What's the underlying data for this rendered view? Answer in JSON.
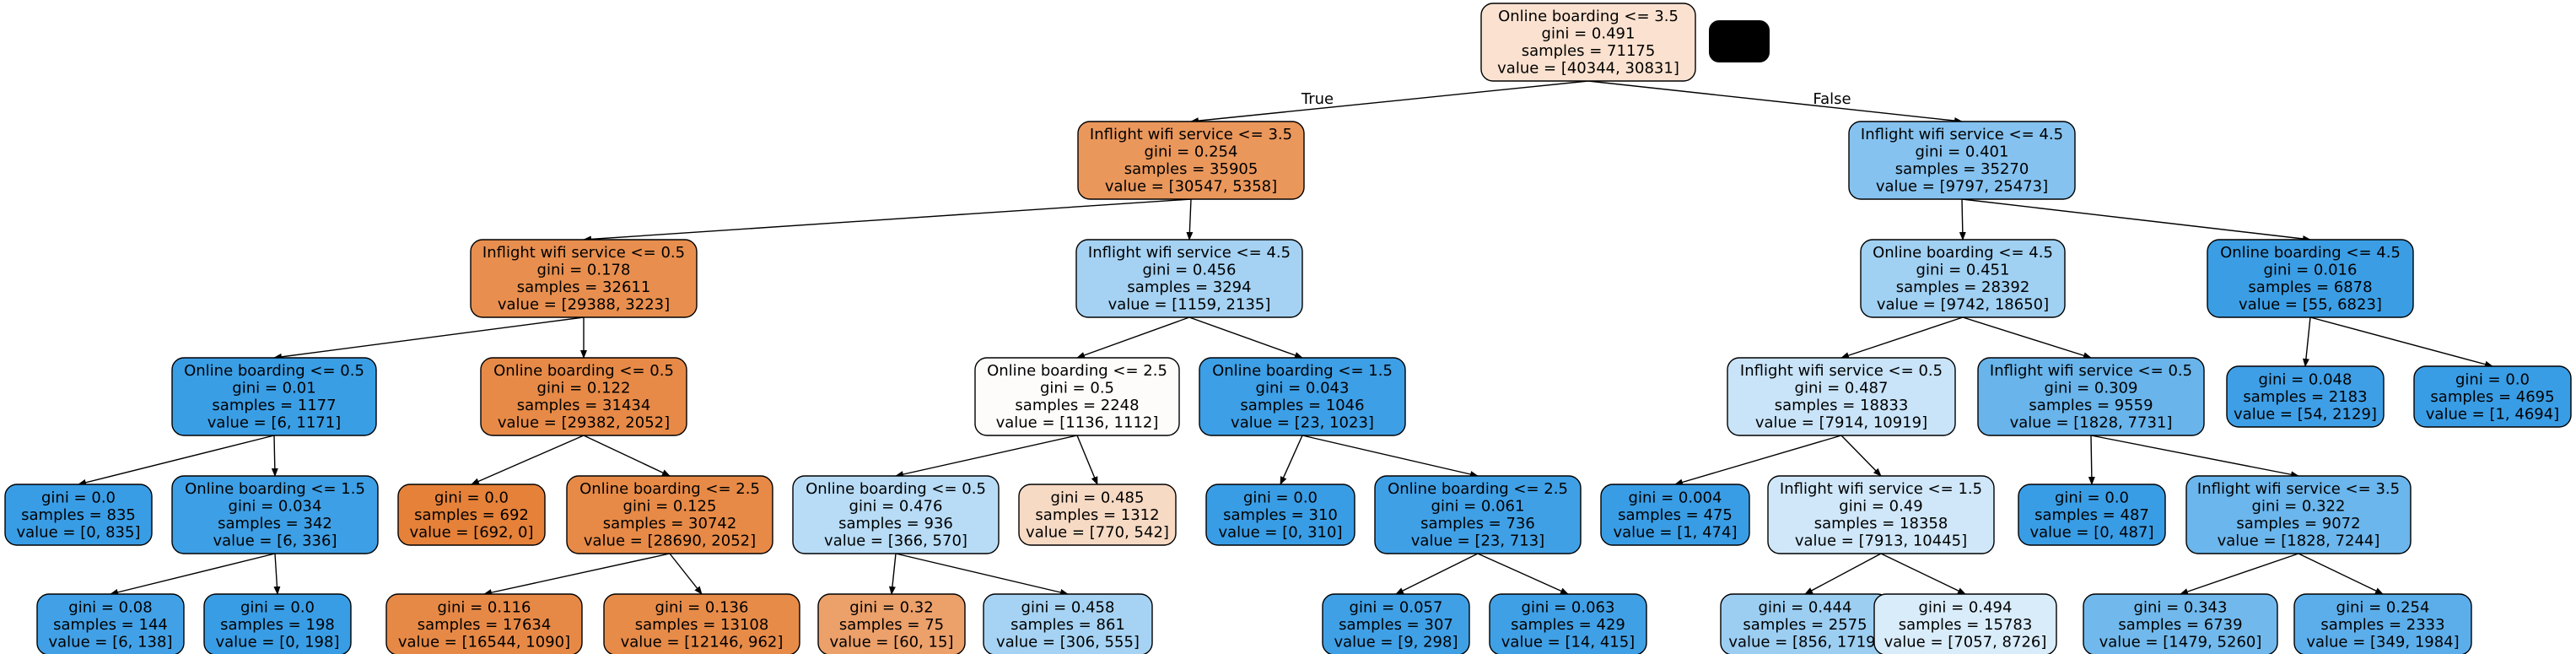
{
  "edge_labels": {
    "left": "True",
    "right": "False"
  },
  "colors": {
    "stroke": "#000000",
    "orange": "#e58139",
    "blue": "#399de5",
    "white": "#ffffff",
    "redaction_box": "#000000"
  },
  "nodes": [
    {
      "id": 0,
      "lines": [
        "Online boarding <= 3.5",
        "gini = 0.491",
        "samples = 71175",
        "value = [40344, 30831]"
      ],
      "fill": "#fbe2d0"
    },
    {
      "id": 1,
      "lines": [
        "Inflight wifi service <= 3.5",
        "gini = 0.254",
        "samples = 35905",
        "value = [30547, 5358]"
      ],
      "fill": "#ea975c"
    },
    {
      "id": 2,
      "lines": [
        "Inflight wifi service <= 4.5",
        "gini = 0.401",
        "samples = 35270",
        "value = [9797, 25473]"
      ],
      "fill": "#85c2ef"
    },
    {
      "id": 3,
      "lines": [
        "Inflight wifi service <= 0.5",
        "gini = 0.178",
        "samples = 32611",
        "value = [29388, 3223]"
      ],
      "fill": "#e88f4f"
    },
    {
      "id": 4,
      "lines": [
        "Inflight wifi service <= 4.5",
        "gini = 0.456",
        "samples = 3294",
        "value = [1159, 2135]"
      ],
      "fill": "#a5d2f3"
    },
    {
      "id": 5,
      "lines": [
        "Online boarding <= 4.5",
        "gini = 0.451",
        "samples = 28392",
        "value = [9742, 18650]"
      ],
      "fill": "#a0d0f2"
    },
    {
      "id": 6,
      "lines": [
        "Online boarding <= 4.5",
        "gini = 0.016",
        "samples = 6878",
        "value = [55, 6823]"
      ],
      "fill": "#3b9ee5"
    },
    {
      "id": 7,
      "lines": [
        "Online boarding <= 0.5",
        "gini = 0.01",
        "samples = 1177",
        "value = [6, 1171]"
      ],
      "fill": "#3a9ee5"
    },
    {
      "id": 8,
      "lines": [
        "Online boarding <= 0.5",
        "gini = 0.122",
        "samples = 31434",
        "value = [29382, 2052]"
      ],
      "fill": "#e78a47"
    },
    {
      "id": 9,
      "lines": [
        "Online boarding <= 2.5",
        "gini = 0.5",
        "samples = 2248",
        "value = [1136, 1112]"
      ],
      "fill": "#fefcfb"
    },
    {
      "id": 10,
      "lines": [
        "Online boarding <= 1.5",
        "gini = 0.043",
        "samples = 1046",
        "value = [23, 1023]"
      ],
      "fill": "#3d9fe6"
    },
    {
      "id": 11,
      "lines": [
        "Inflight wifi service <= 0.5",
        "gini = 0.487",
        "samples = 18833",
        "value = [7914, 10919]"
      ],
      "fill": "#c9e4f8"
    },
    {
      "id": 12,
      "lines": [
        "Inflight wifi service <= 0.5",
        "gini = 0.309",
        "samples = 9559",
        "value = [1828, 7731]"
      ],
      "fill": "#68b4eb"
    },
    {
      "id": 13,
      "lines": [
        "gini = 0.048",
        "samples = 2183",
        "value = [54, 2129]"
      ],
      "fill": "#3e9fe6"
    },
    {
      "id": 14,
      "lines": [
        "gini = 0.0",
        "samples = 4695",
        "value = [1, 4694]"
      ],
      "fill": "#399de5"
    },
    {
      "id": 15,
      "lines": [
        "gini = 0.0",
        "samples = 835",
        "value = [0, 835]"
      ],
      "fill": "#399de5"
    },
    {
      "id": 16,
      "lines": [
        "Online boarding <= 1.5",
        "gini = 0.034",
        "samples = 342",
        "value = [6, 336]"
      ],
      "fill": "#3d9fe5"
    },
    {
      "id": 17,
      "lines": [
        "gini = 0.0",
        "samples = 692",
        "value = [692, 0]"
      ],
      "fill": "#e58139"
    },
    {
      "id": 18,
      "lines": [
        "Online boarding <= 2.5",
        "gini = 0.125",
        "samples = 30742",
        "value = [28690, 2052]"
      ],
      "fill": "#e78a47"
    },
    {
      "id": 19,
      "lines": [
        "Online boarding <= 0.5",
        "gini = 0.476",
        "samples = 936",
        "value = [366, 570]"
      ],
      "fill": "#b8dcf6"
    },
    {
      "id": 20,
      "lines": [
        "gini = 0.485",
        "samples = 1312",
        "value = [770, 542]"
      ],
      "fill": "#f7dac4"
    },
    {
      "id": 21,
      "lines": [
        "gini = 0.0",
        "samples = 310",
        "value = [0, 310]"
      ],
      "fill": "#399de5"
    },
    {
      "id": 22,
      "lines": [
        "Online boarding <= 2.5",
        "gini = 0.061",
        "samples = 736",
        "value = [23, 713]"
      ],
      "fill": "#3fa0e6"
    },
    {
      "id": 23,
      "lines": [
        "gini = 0.004",
        "samples = 475",
        "value = [1, 474]"
      ],
      "fill": "#399de5"
    },
    {
      "id": 24,
      "lines": [
        "Inflight wifi service <= 1.5",
        "gini = 0.49",
        "samples = 18358",
        "value = [7913, 10445]"
      ],
      "fill": "#cfe7f9"
    },
    {
      "id": 25,
      "lines": [
        "gini = 0.0",
        "samples = 487",
        "value = [0, 487]"
      ],
      "fill": "#399de5"
    },
    {
      "id": 26,
      "lines": [
        "Inflight wifi service <= 3.5",
        "gini = 0.322",
        "samples = 9072",
        "value = [1828, 7244]"
      ],
      "fill": "#6bb6ec"
    },
    {
      "id": 27,
      "lines": [
        "gini = 0.08",
        "samples = 144",
        "value = [6, 138]"
      ],
      "fill": "#42a1e6"
    },
    {
      "id": 28,
      "lines": [
        "gini = 0.0",
        "samples = 198",
        "value = [0, 198]"
      ],
      "fill": "#399de5"
    },
    {
      "id": 29,
      "lines": [
        "gini = 0.116",
        "samples = 17634",
        "value = [16544, 1090]"
      ],
      "fill": "#e78946"
    },
    {
      "id": 30,
      "lines": [
        "gini = 0.136",
        "samples = 13108",
        "value = [12146, 962]"
      ],
      "fill": "#e78b49"
    },
    {
      "id": 31,
      "lines": [
        "gini = 0.32",
        "samples = 75",
        "value = [60, 15]"
      ],
      "fill": "#eca06a"
    },
    {
      "id": 32,
      "lines": [
        "gini = 0.458",
        "samples = 861",
        "value = [306, 555]"
      ],
      "fill": "#a6d3f3"
    },
    {
      "id": 33,
      "lines": [
        "gini = 0.057",
        "samples = 307",
        "value = [9, 298]"
      ],
      "fill": "#3fa0e6"
    },
    {
      "id": 34,
      "lines": [
        "gini = 0.063",
        "samples = 429",
        "value = [14, 415]"
      ],
      "fill": "#40a0e6"
    },
    {
      "id": 35,
      "lines": [
        "gini = 0.444",
        "samples = 2575",
        "value = [856, 1719]"
      ],
      "fill": "#9ccef2"
    },
    {
      "id": 36,
      "lines": [
        "gini = 0.494",
        "samples = 15783",
        "value = [7057, 8726]"
      ],
      "fill": "#d9ecfa"
    },
    {
      "id": 37,
      "lines": [
        "gini = 0.343",
        "samples = 6739",
        "value = [1479, 5260]"
      ],
      "fill": "#71b9ec"
    },
    {
      "id": 38,
      "lines": [
        "gini = 0.254",
        "samples = 2333",
        "value = [349, 1984]"
      ],
      "fill": "#5caeea"
    }
  ],
  "edges": [
    [
      0,
      1
    ],
    [
      0,
      2
    ],
    [
      1,
      3
    ],
    [
      1,
      4
    ],
    [
      2,
      5
    ],
    [
      2,
      6
    ],
    [
      3,
      7
    ],
    [
      3,
      8
    ],
    [
      4,
      9
    ],
    [
      4,
      10
    ],
    [
      5,
      11
    ],
    [
      5,
      12
    ],
    [
      6,
      13
    ],
    [
      6,
      14
    ],
    [
      7,
      15
    ],
    [
      7,
      16
    ],
    [
      8,
      17
    ],
    [
      8,
      18
    ],
    [
      9,
      19
    ],
    [
      9,
      20
    ],
    [
      10,
      21
    ],
    [
      10,
      22
    ],
    [
      11,
      23
    ],
    [
      11,
      24
    ],
    [
      12,
      25
    ],
    [
      12,
      26
    ],
    [
      16,
      27
    ],
    [
      16,
      28
    ],
    [
      18,
      29
    ],
    [
      18,
      30
    ],
    [
      19,
      31
    ],
    [
      19,
      32
    ],
    [
      22,
      33
    ],
    [
      22,
      34
    ],
    [
      24,
      35
    ],
    [
      24,
      36
    ],
    [
      26,
      37
    ],
    [
      26,
      38
    ]
  ]
}
